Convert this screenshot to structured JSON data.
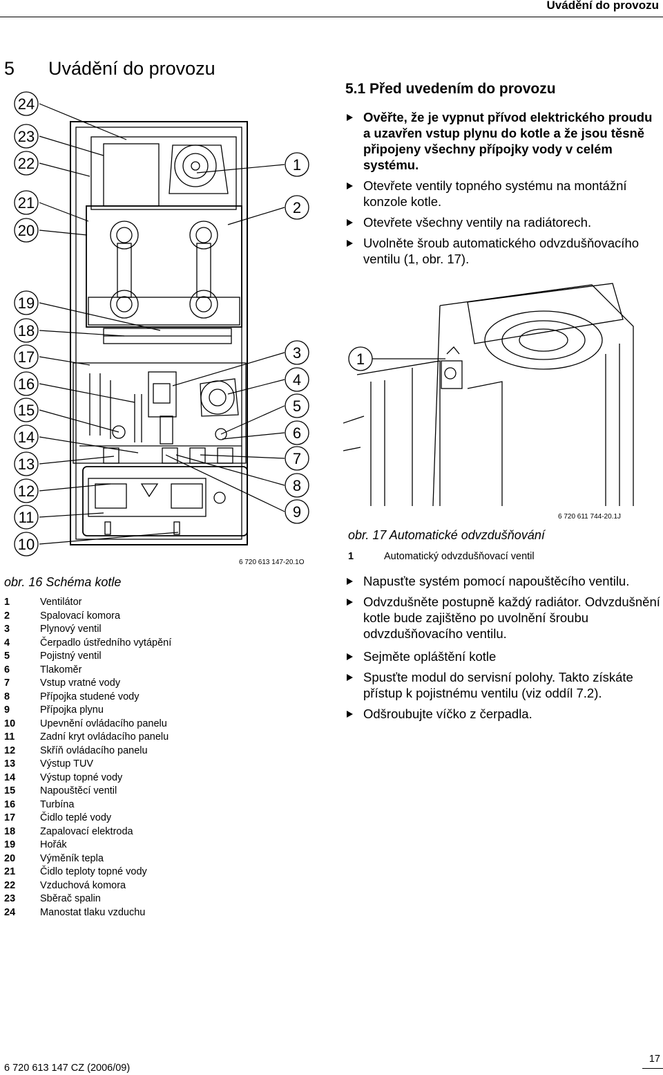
{
  "header": {
    "running_title": "Uvádění do provozu"
  },
  "section": {
    "number": "5",
    "title": "Uvádění do provozu"
  },
  "fig16": {
    "callouts_left": [
      "24",
      "23",
      "22",
      "21",
      "20",
      "19",
      "18",
      "17",
      "16",
      "15",
      "14",
      "13",
      "12",
      "11",
      "10"
    ],
    "callouts_right": [
      "1",
      "2",
      "3",
      "4",
      "5",
      "6",
      "7",
      "8",
      "9"
    ],
    "code": "6 720 613 147-20.1O",
    "caption": "obr. 16  Schéma kotle",
    "legend": [
      {
        "num": "1",
        "text": "Ventilátor"
      },
      {
        "num": "2",
        "text": "Spalovací komora"
      },
      {
        "num": "3",
        "text": "Plynový ventil"
      },
      {
        "num": "4",
        "text": "Čerpadlo ústředního vytápění"
      },
      {
        "num": "5",
        "text": "Pojistný ventil"
      },
      {
        "num": "6",
        "text": "Tlakoměr"
      },
      {
        "num": "7",
        "text": "Vstup vratné vody"
      },
      {
        "num": "8",
        "text": "Přípojka studené vody"
      },
      {
        "num": "9",
        "text": "Přípojka plynu"
      },
      {
        "num": "10",
        "text": "Upevnění ovládacího panelu"
      },
      {
        "num": "11",
        "text": "Zadní kryt ovládacího panelu"
      },
      {
        "num": "12",
        "text": "Skříň ovládacího panelu"
      },
      {
        "num": "13",
        "text": "Výstup TUV"
      },
      {
        "num": "14",
        "text": "Výstup topné vody"
      },
      {
        "num": "15",
        "text": "Napouštěcí ventil"
      },
      {
        "num": "16",
        "text": "Turbína"
      },
      {
        "num": "17",
        "text": "Čidlo teplé vody"
      },
      {
        "num": "18",
        "text": "Zapalovací elektroda"
      },
      {
        "num": "19",
        "text": "Hořák"
      },
      {
        "num": "20",
        "text": "Výměník tepla"
      },
      {
        "num": "21",
        "text": "Čidlo teploty topné vody"
      },
      {
        "num": "22",
        "text": "Vzduchová komora"
      },
      {
        "num": "23",
        "text": "Sběrač spalin"
      },
      {
        "num": "24",
        "text": "Manostat tlaku vzduchu"
      }
    ]
  },
  "subsection": {
    "title": "5.1   Před uvedením do provozu",
    "bullets_top": [
      "Ověřte, že je vypnut přívod elektrického proudu a uzavřen vstup plynu do kotle a že jsou těsně připojeny všechny přípojky vody v celém systému.",
      "Otevřete ventily topného systému na montážní konzole kotle.",
      "Otevřete všechny ventily na radiátorech.",
      "Uvolněte šroub automatického odvzdušňovacího ventilu (1, obr. 17)."
    ]
  },
  "fig17": {
    "callout": "1",
    "code": "6 720 611 744-20.1J",
    "caption": "obr. 17  Automatické odvzdušňování",
    "legend": [
      {
        "num": "1",
        "text": "Automatický odvzdušňovací ventil"
      }
    ]
  },
  "bullets_bottom": [
    "Napusťte systém pomocí napouštěcího ventilu.",
    "Odvzdušněte postupně každý radiátor. Odvzdušnění kotle bude zajištěno po uvolnění šroubu odvzdušňovacího ventilu.",
    "Sejměte opláštění kotle",
    "Spusťte modul do servisní polohy. Takto získáte přístup k pojistnému ventilu (viz oddíl 7.2).",
    "Odšroubujte víčko z čerpadla."
  ],
  "footer": {
    "doc_code": "6 720 613 147 CZ (2006/09)",
    "page_number": "17"
  }
}
